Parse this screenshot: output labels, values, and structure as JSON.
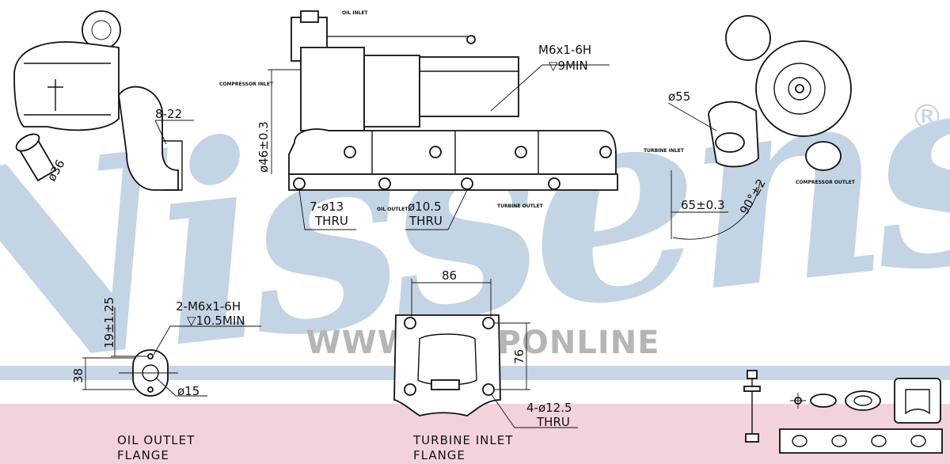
{
  "watermark": {
    "brand": "Nissens",
    "registered_mark": "®",
    "url": "WWW.ABCPONLINE",
    "brand_color": "#c3d4e4",
    "band_blue": "#c7d6e6",
    "band_pink": "#f3d3da",
    "url_color": "#b5b5b5"
  },
  "turbo_left_view": {
    "dim_flange": "8-22",
    "dim_inlet": "ø36"
  },
  "manifold_view": {
    "labels": {
      "oil_inlet": "OIL INLET",
      "compressor_inlet": "COMPRESSOR INLET",
      "oil_outlet": "OIL OUTLET",
      "turbine_outlet": "TURBINE OUTLET"
    },
    "thread_spec": "M6x1-6H",
    "thread_depth": "▽9MIN",
    "dim_height": "ø46±0.3",
    "holes_left_count": "7-ø13",
    "holes_left_thru": "THRU",
    "holes_right_size": "ø10.5",
    "holes_right_thru": "THRU"
  },
  "turbo_right_view": {
    "labels": {
      "turbine_inlet": "TURBINE INLET",
      "compressor_outlet": "COMPRESSOR OUTLET"
    },
    "dim_diameter": "ø55",
    "dim_offset": "65±0.3",
    "dim_angle": "90°±2"
  },
  "oil_outlet_flange": {
    "title_line1": "OIL OUTLET",
    "title_line2": "FLANGE",
    "dim_top": "19±1.25",
    "dim_height": "38",
    "thread_spec": "2-M6x1-6H",
    "thread_depth": "▽10.5MIN",
    "dim_bore": "ø15"
  },
  "turbine_inlet_flange": {
    "title_line1": "TURBINE INLET",
    "title_line2": "FLANGE",
    "dim_width": "86",
    "dim_height": "76",
    "holes_count": "4-ø12.5",
    "holes_thru": "THRU"
  }
}
